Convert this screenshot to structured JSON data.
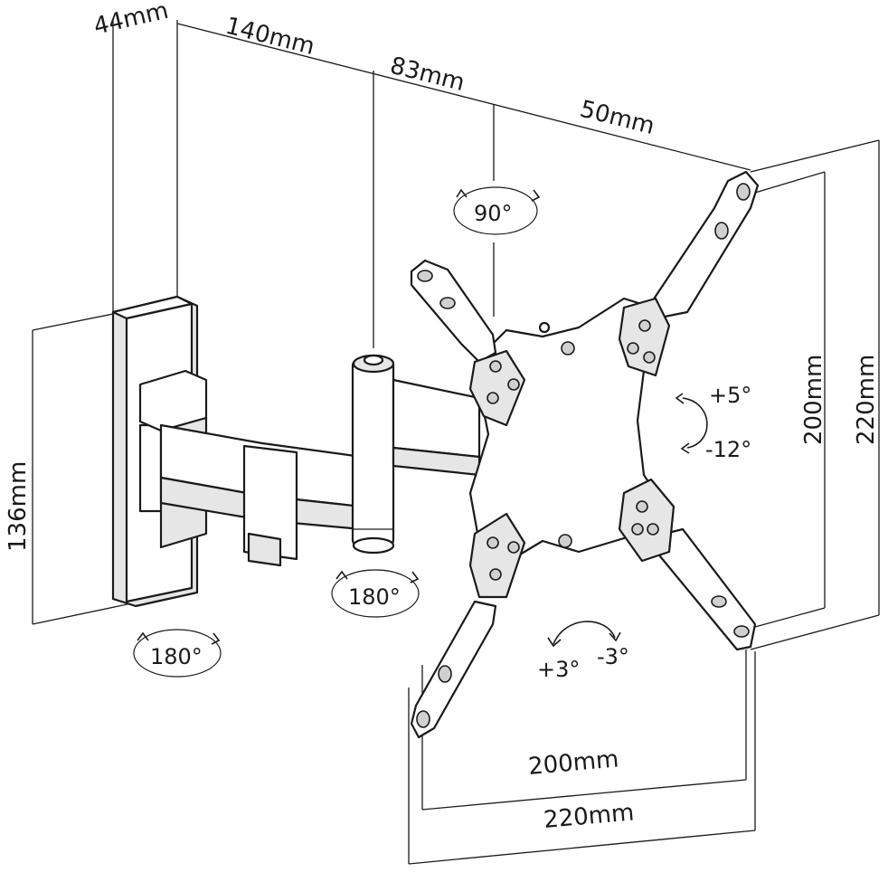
{
  "dimensions": {
    "top_depth": "44mm",
    "top_arm1": "140mm",
    "top_arm2": "83mm",
    "top_plate": "50mm",
    "left_height": "136mm",
    "right_inner": "200mm",
    "right_outer": "220mm",
    "bottom_inner": "200mm",
    "bottom_outer": "220mm"
  },
  "angles": {
    "top_rotation": "90°",
    "tilt_up": "+5°",
    "tilt_down": "-12°",
    "level_plus": "+3°",
    "level_minus": "-3°",
    "arm_swivel": "180°",
    "wall_swivel": "180°"
  }
}
